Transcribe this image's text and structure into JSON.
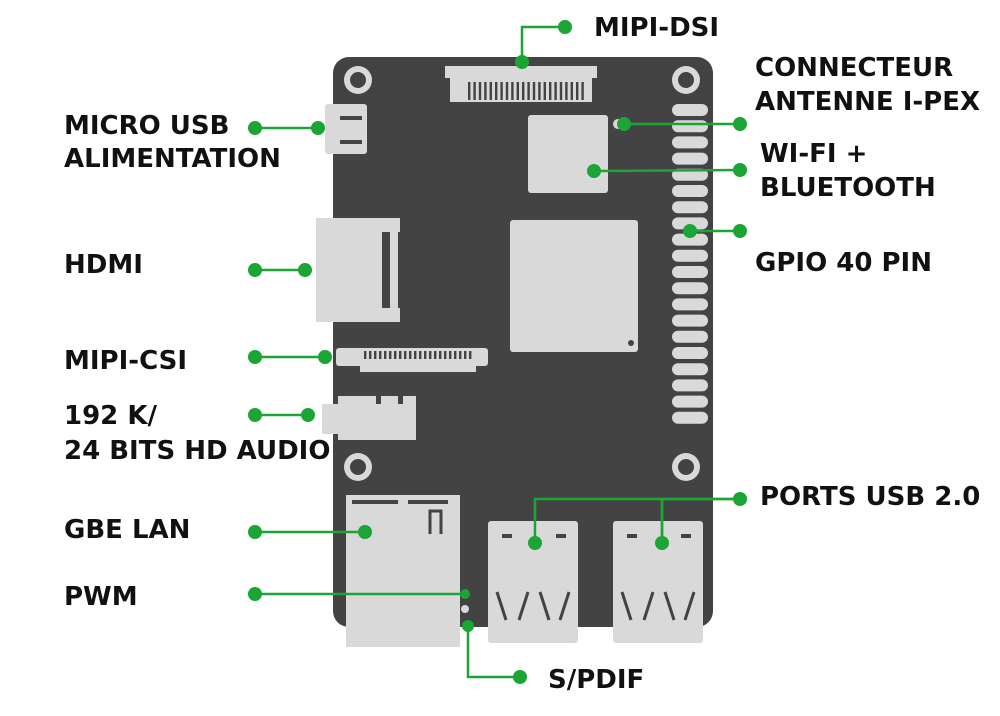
{
  "colors": {
    "board": "#434343",
    "component": "#d9d9d9",
    "leader": "#1aa535",
    "text": "#111111"
  },
  "labels": {
    "mipi_dsi": "MIPI-DSI",
    "antenna_1": "CONNECTEUR",
    "antenna_2": "ANTENNE I-PEX",
    "micro_usb_1": "MICRO USB",
    "micro_usb_2": "ALIMENTATION",
    "wifi_1": "WI-FI +",
    "wifi_2": "BLUETOOTH",
    "hdmi": "HDMI",
    "gpio": "GPIO 40 PIN",
    "mipi_csi": "MIPI-CSI",
    "audio_1": "192 K/",
    "audio_2": "24 BITS HD AUDIO",
    "usb_ports": "PORTS USB 2.0",
    "lan": "GBE LAN",
    "pwm": "PWM",
    "spdif": "S/PDIF"
  }
}
